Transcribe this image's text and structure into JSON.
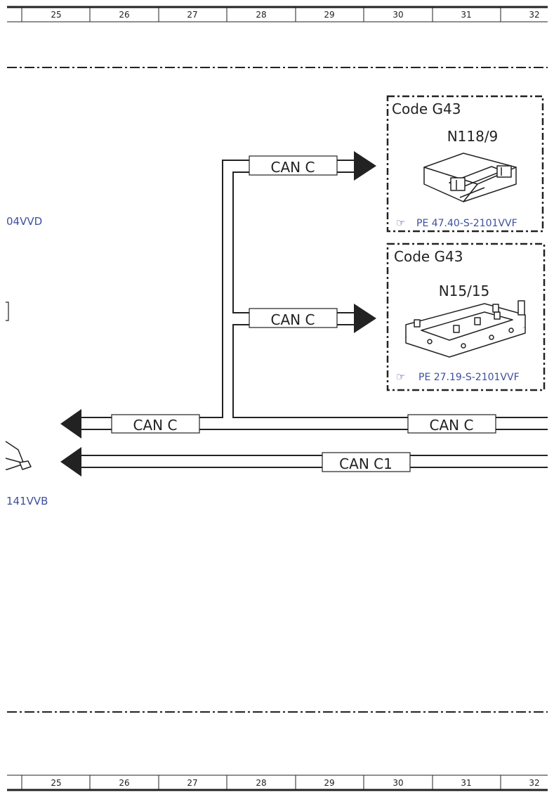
{
  "ruler": {
    "columns": [
      "25",
      "26",
      "27",
      "28",
      "29",
      "30",
      "31",
      "32"
    ]
  },
  "modules": [
    {
      "code": "Code G43",
      "part": "N118/9",
      "ref": "PE 47.40-S-2101VVF",
      "icon": "pointing-hand-icon"
    },
    {
      "code": "Code G43",
      "part": "N15/15",
      "ref": "PE 27.19-S-2101VVF",
      "icon": "pointing-hand-icon"
    }
  ],
  "bus_labels": {
    "can_upper": "CAN C",
    "can_middle": "CAN C",
    "can_left": "CAN C",
    "can_right": "CAN C",
    "can_c1": "CAN C1"
  },
  "edge_refs": {
    "top_left": "04VVD",
    "bottom_left": "141VVB"
  },
  "colors": {
    "line": "#222222",
    "link": "#3d4f9f"
  }
}
